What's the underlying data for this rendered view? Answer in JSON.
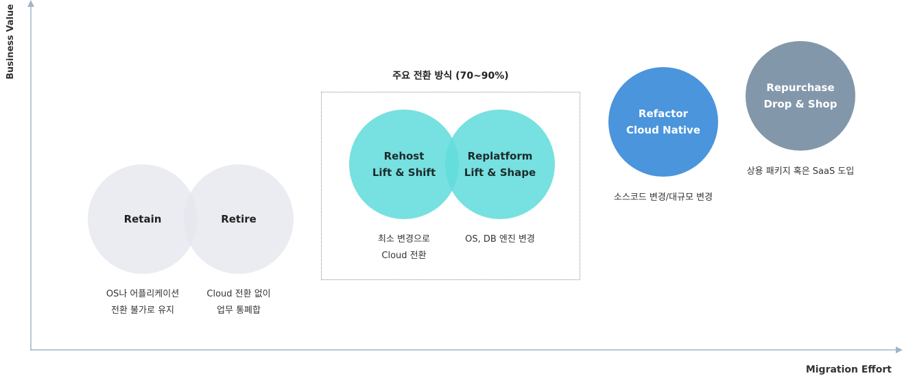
{
  "axes": {
    "y_label": "Business Value",
    "x_label": "Migration Effort"
  },
  "group": {
    "title": "주요 전환 방식 (70~90%)"
  },
  "strategies": {
    "retain": {
      "name": "Retain",
      "desc": [
        "OS나 어플리케이션",
        "전환 불가로 유지"
      ]
    },
    "retire": {
      "name": "Retire",
      "desc": [
        "Cloud 전환 없이",
        "업무 통폐합"
      ]
    },
    "rehost": {
      "name": "Rehost",
      "sub": "Lift & Shift",
      "desc": [
        "최소 변경으로",
        "Cloud 전환"
      ]
    },
    "replatform": {
      "name": "Replatform",
      "sub": "Lift & Shape",
      "desc": [
        "OS, DB 엔진 변경"
      ]
    },
    "refactor": {
      "name": "Refactor",
      "sub": "Cloud Native",
      "desc": [
        "소스코드 변경/대규모 변경"
      ]
    },
    "repurchase": {
      "name": "Repurchase",
      "sub": "Drop & Shop",
      "desc": [
        "상용 패키지 혹은 SaaS 도입"
      ]
    }
  },
  "colors": {
    "axis": "#9fb6c9",
    "gray_circle": "#e4e6ed",
    "teal_circle": "#64dcdc",
    "teal_overlap": "#3fd2d2",
    "refactor": "#4a95dc",
    "repurchase": "#8397ab"
  }
}
